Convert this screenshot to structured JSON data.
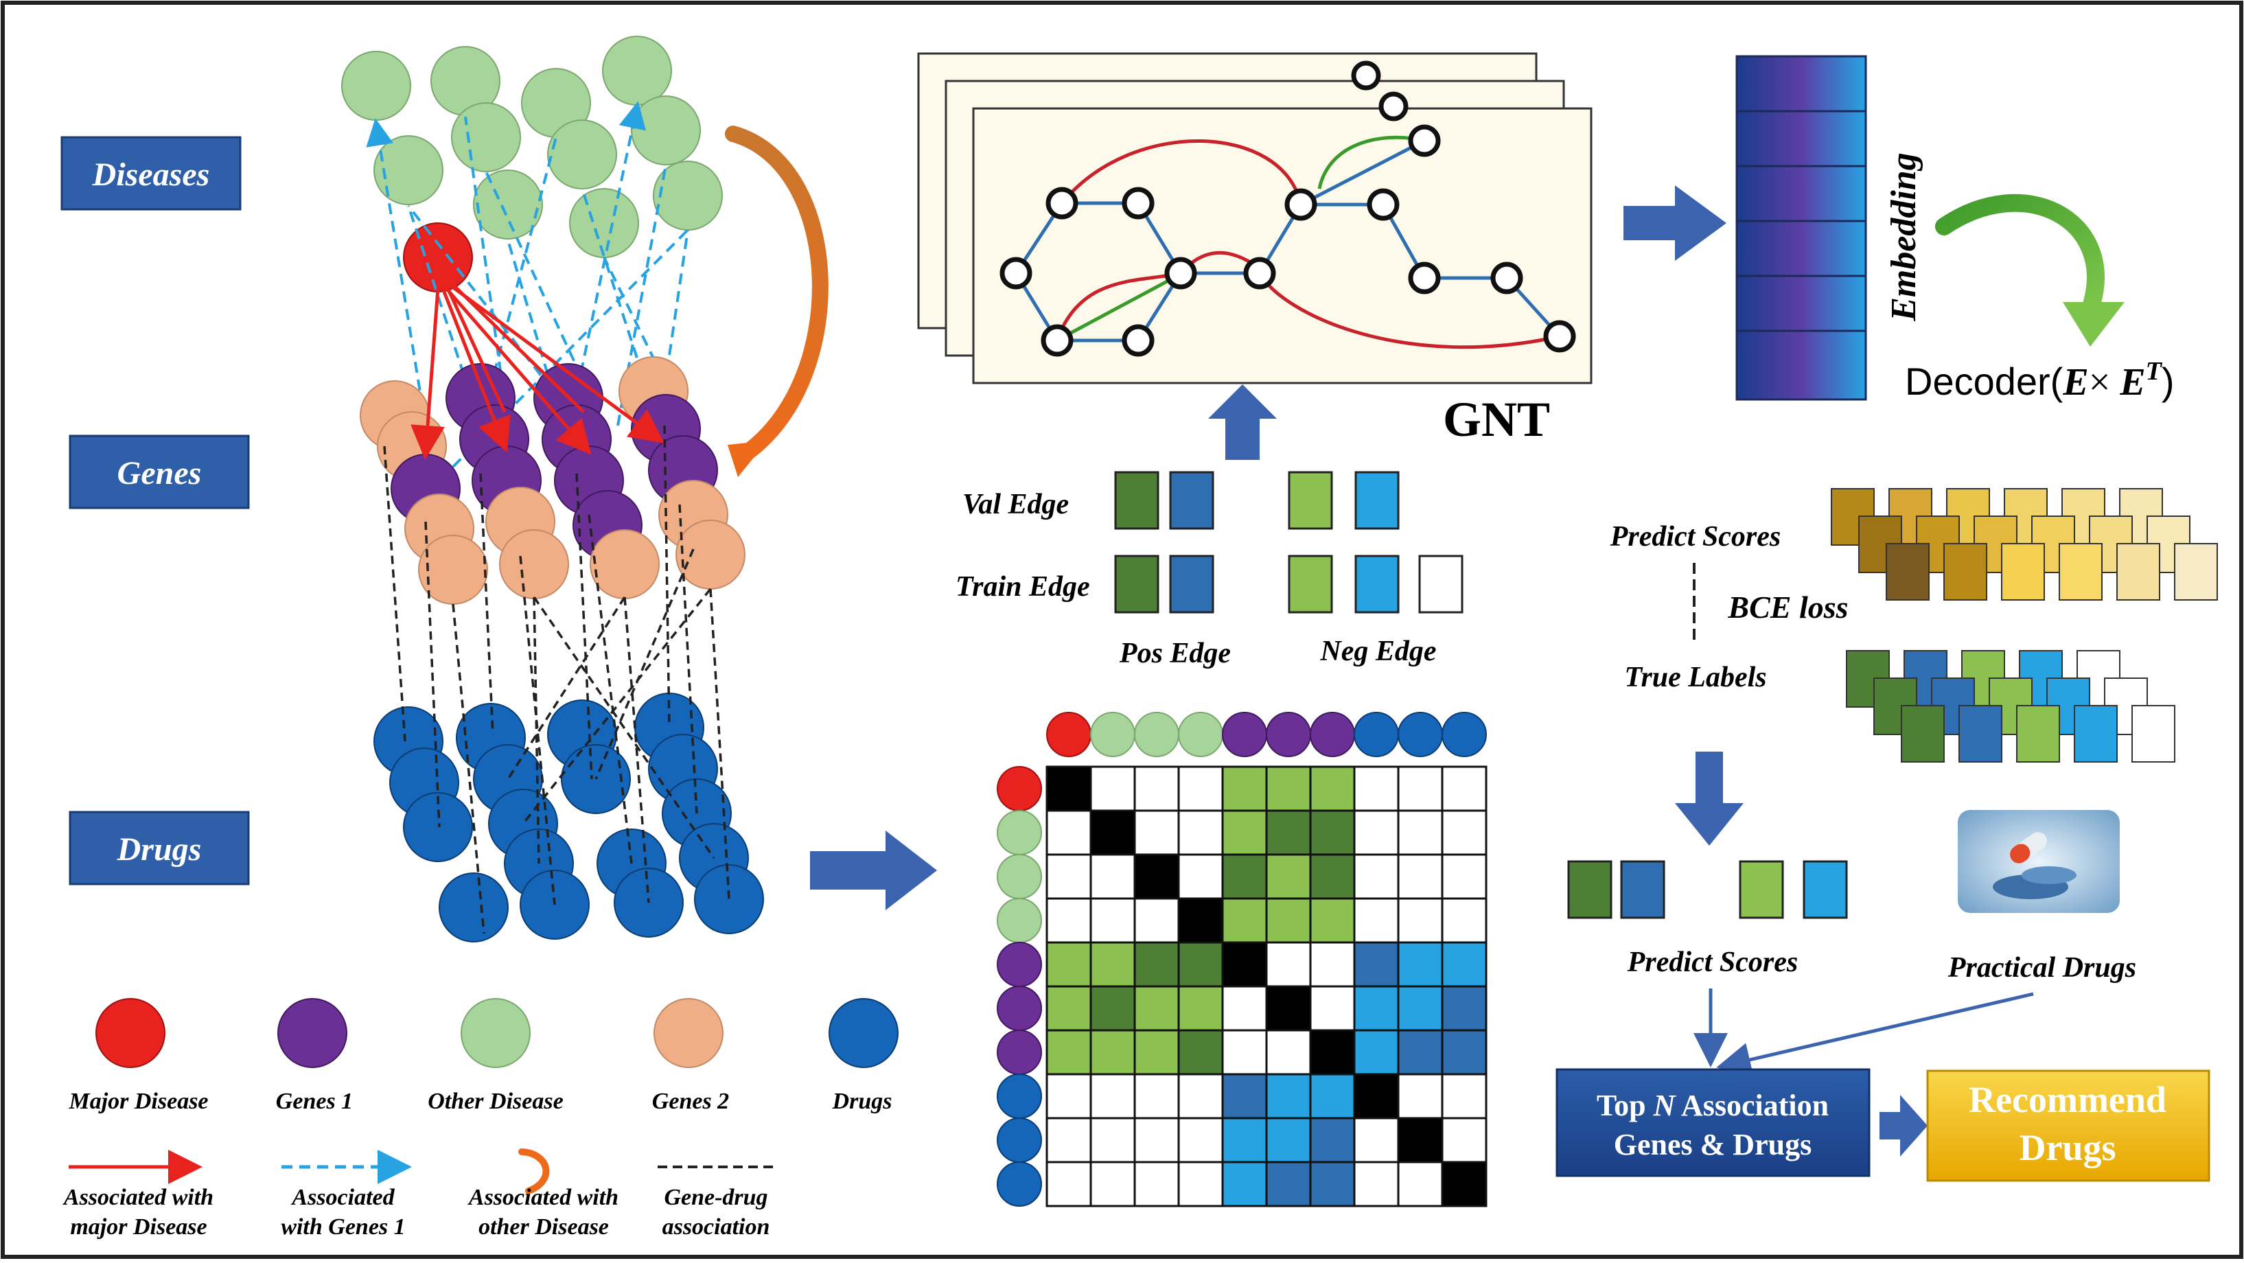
{
  "left": {
    "diseases_label": "Diseases",
    "genes_label": "Genes",
    "drugs_label": "Drugs"
  },
  "legend": {
    "major_disease": "Major Disease",
    "genes1": "Genes 1",
    "other_disease": "Other Disease",
    "genes2": "Genes 2",
    "drugs": "Drugs",
    "assoc_major_1": "Associated with",
    "assoc_major_2": "major Disease",
    "assoc_genes1_1": "Associated",
    "assoc_genes1_2": "with Genes 1",
    "assoc_other_1": "Associated with",
    "assoc_other_2": "other Disease",
    "gene_drug_1": "Gene-drug",
    "gene_drug_2": "association"
  },
  "gnt": {
    "title": "GNT"
  },
  "embedding": {
    "label": "Embedding",
    "decoder_prefix": "Decoder(",
    "decoder_E1": "E",
    "decoder_times": "× ",
    "decoder_E2": "E",
    "decoder_T": "T",
    "decoder_close": ")"
  },
  "edges": {
    "val": "Val Edge",
    "train": "Train Edge",
    "pos": "Pos Edge",
    "neg": "Neg Edge"
  },
  "loss": {
    "predict_scores": "Predict Scores",
    "bce": "BCE loss",
    "true_labels": "True Labels"
  },
  "output": {
    "predict_scores": "Predict Scores",
    "practical_drugs": "Practical Drugs",
    "top_n_1a": "Top ",
    "top_n_1b": "N",
    "top_n_1c": " Association",
    "top_n_2": "Genes & Drugs",
    "recommend_1": "Recommend",
    "recommend_2": "Drugs"
  },
  "colors": {
    "label_box": "#2e5fa8",
    "major_disease": "#e8231f",
    "other_disease": "#a6d49a",
    "genes1": "#6a3096",
    "genes2": "#f0ae86",
    "drugs": "#1565b8",
    "green_dark": "#4d7f35",
    "green_light": "#8cc152",
    "blue_dark": "#2f6eb0",
    "blue_light": "#27a3e2",
    "arrow_blue": "#3c63ae",
    "recommend": "#f5c21b"
  }
}
